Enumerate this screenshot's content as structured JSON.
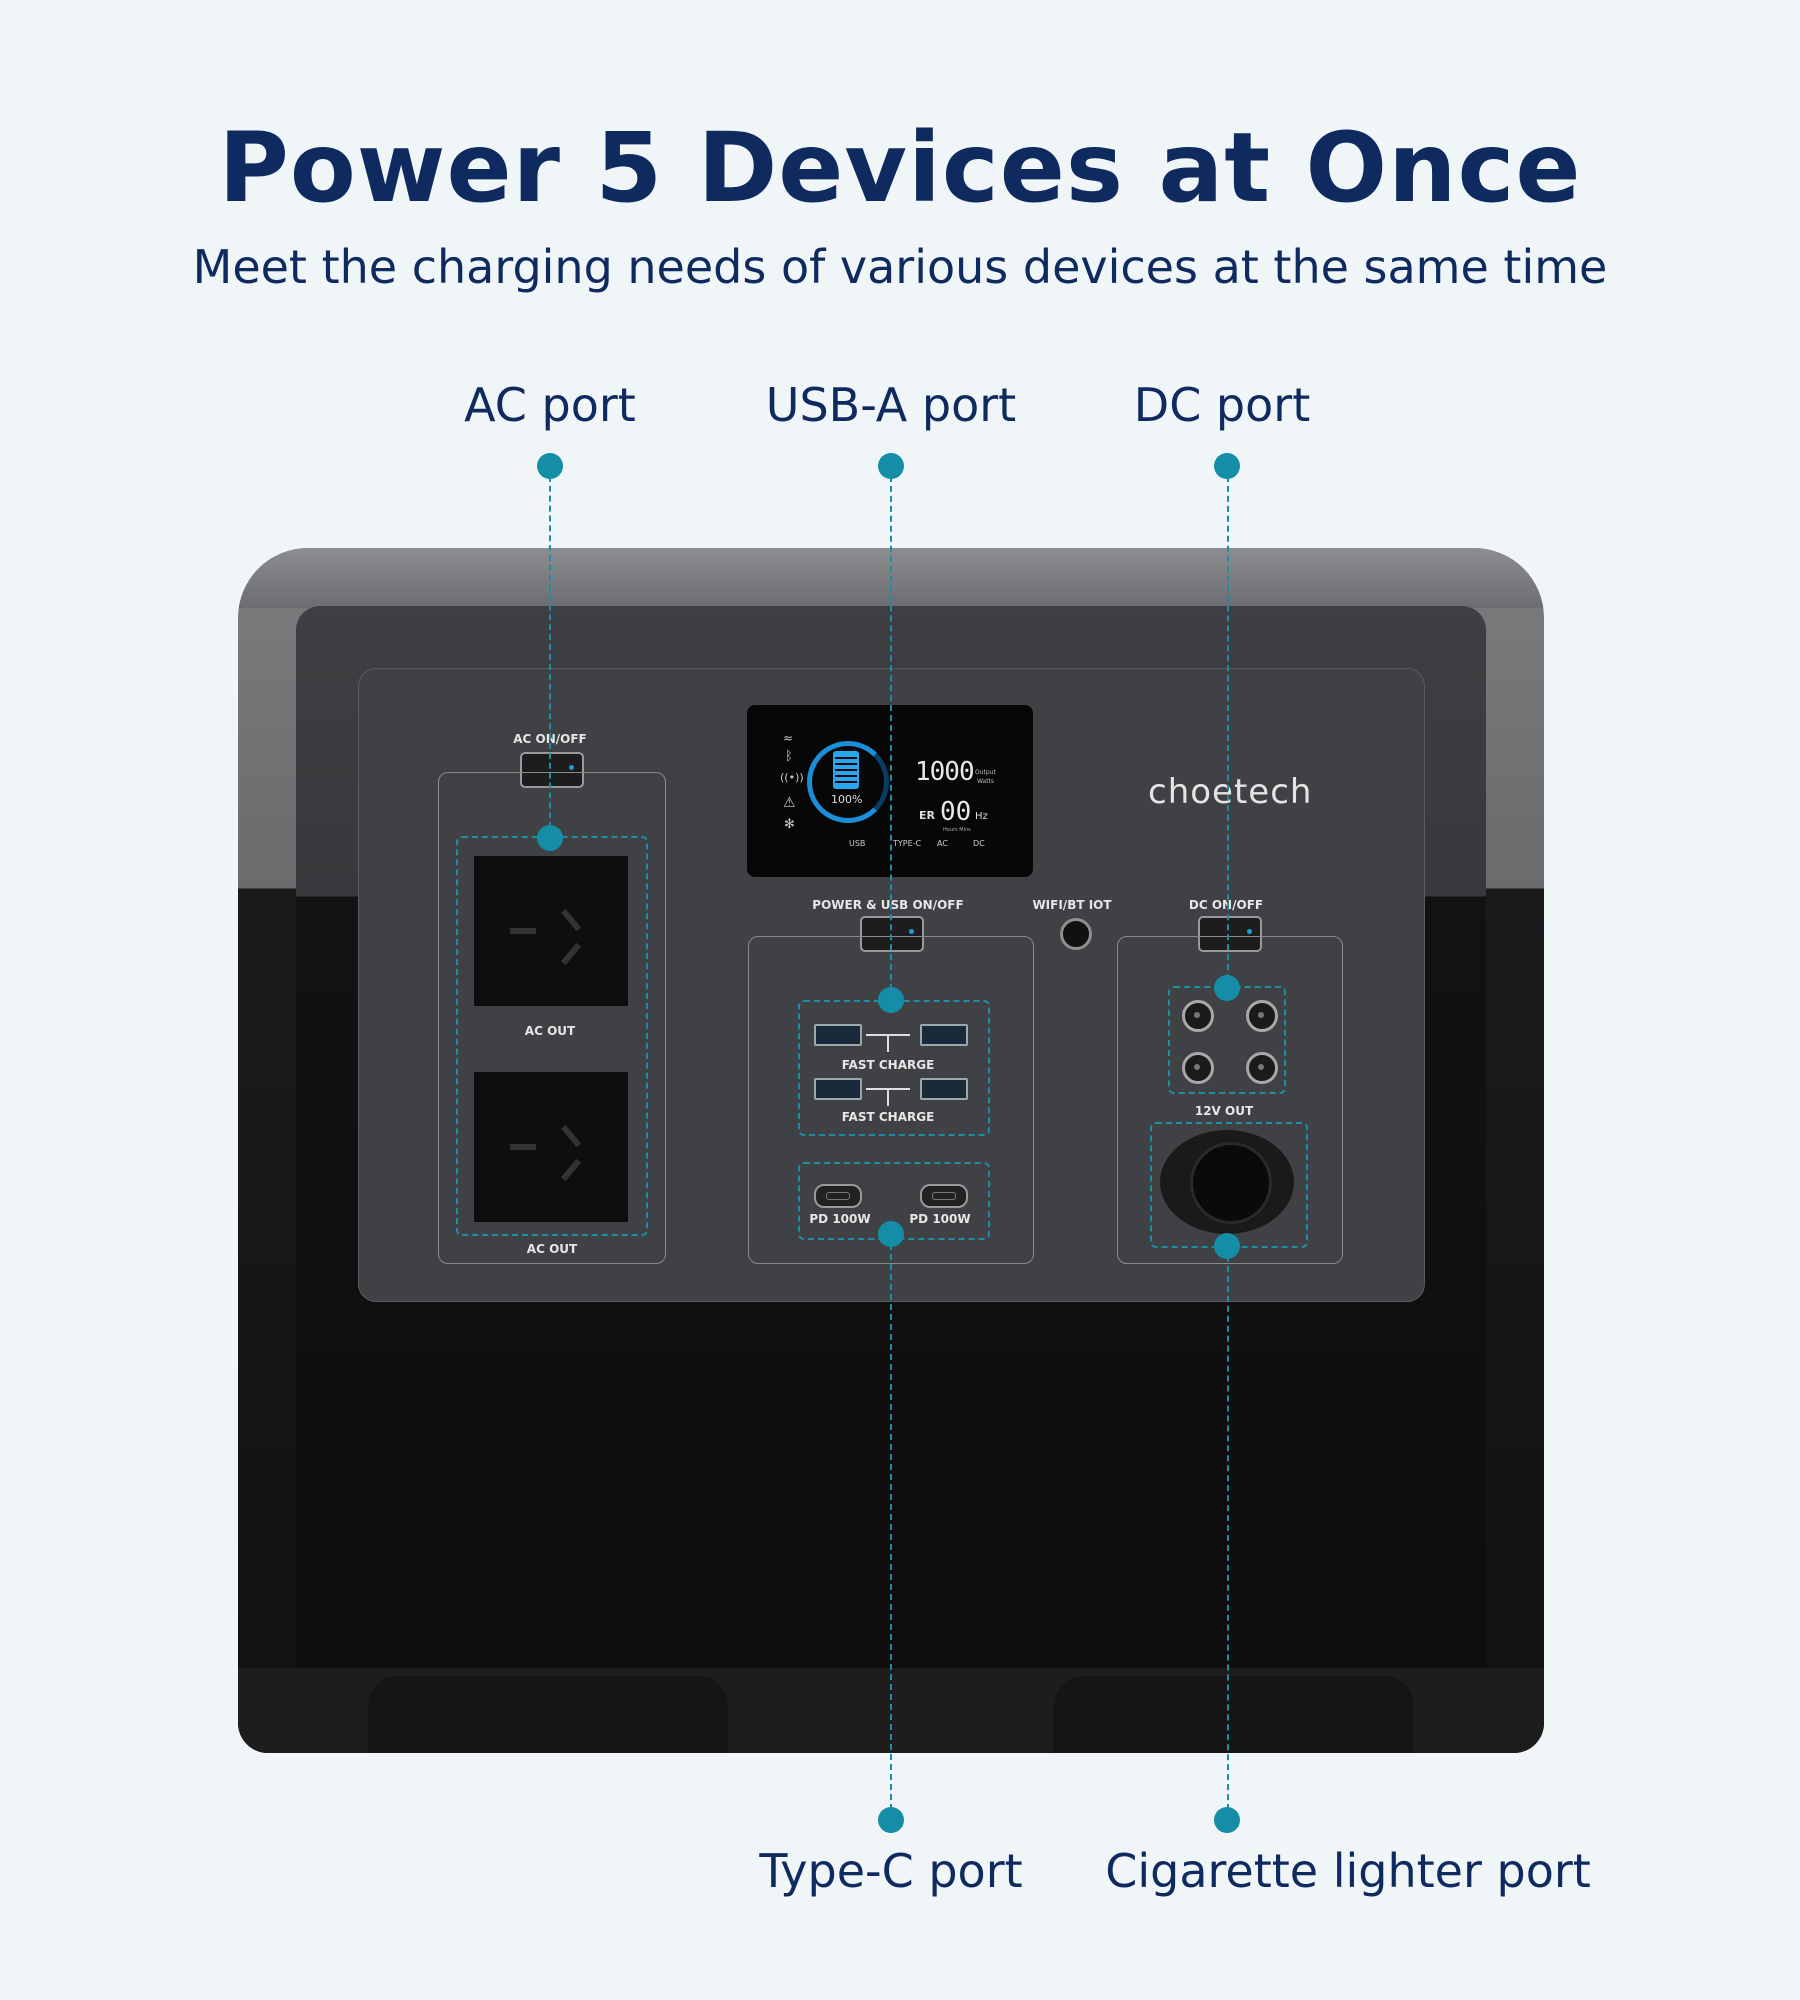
{
  "header": {
    "title": "Power 5 Devices at Once",
    "subtitle": "Meet the charging needs of various devices at the same time"
  },
  "callouts": {
    "ac_port": "AC port",
    "usb_a_port": "USB-A port",
    "dc_port": "DC port",
    "type_c_port": "Type-C port",
    "cigarette_port": "Cigarette lighter port"
  },
  "device": {
    "brand": "choetech",
    "ac_on_off": "AC ON/OFF",
    "ac_out": "AC OUT",
    "power_usb_on_off": "POWER & USB ON/OFF",
    "wifi_bt_iot": "WIFI/BT IOT",
    "dc_on_off": "DC ON/OFF",
    "fast_charge": "FAST CHARGE",
    "pd_100w": "PD 100W",
    "out_12v": "12V OUT"
  },
  "display": {
    "battery_percent": "100%",
    "output_value": "1000",
    "output_label_1": "Output",
    "output_label_2": "Watts",
    "er_label": "ER",
    "hz_value": "00",
    "hz_unit": "Hz",
    "hz_sub": "Hours Mins",
    "bottom_usb": "USB",
    "bottom_typec": "TYPE-C",
    "bottom_ac": "AC",
    "bottom_dc": "DC"
  },
  "colors": {
    "accent": "#138ea6",
    "heading": "#0e2a5f",
    "background": "#f0f5f8"
  }
}
